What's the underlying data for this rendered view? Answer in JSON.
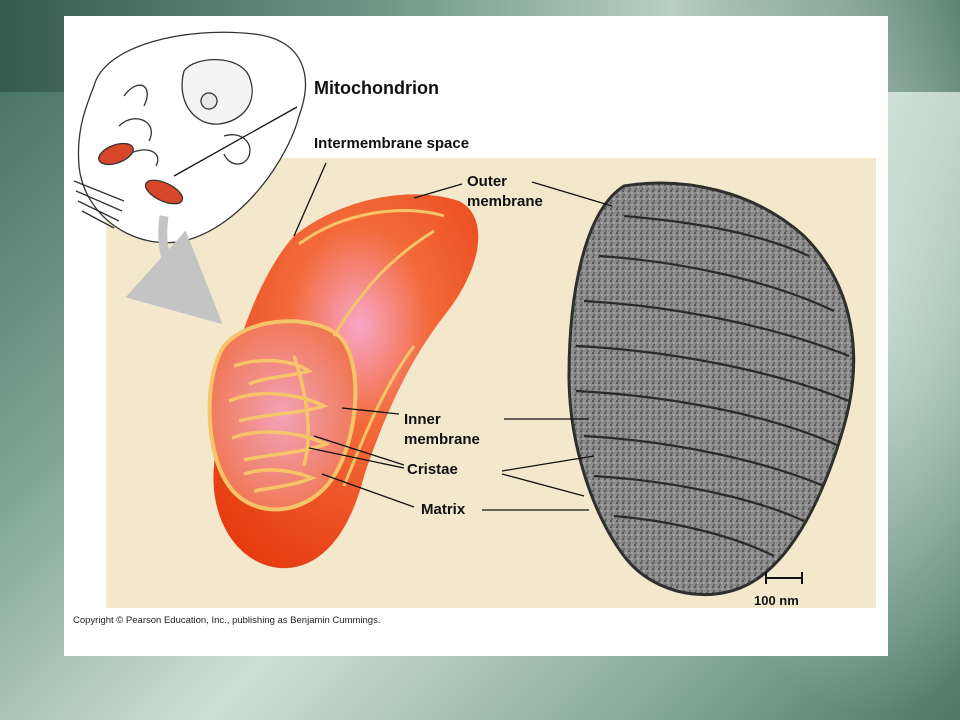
{
  "labels": {
    "title": "Mitochondrion",
    "intermembrane_space": "Intermembrane space",
    "outer_membrane_line1": "Outer",
    "outer_membrane_line2": "membrane",
    "inner_membrane_line1": "Inner",
    "inner_membrane_line2": "membrane",
    "cristae": "Cristae",
    "matrix": "Matrix",
    "scale_bar": "100 nm"
  },
  "copyright": "Copyright © Pearson Education, Inc., publishing as Benjamin Cummings.",
  "colors": {
    "background_panel": "#f3e8cc",
    "mito_outer": "#f04a18",
    "mito_inner": "#f58a4a",
    "membrane_line": "#f6c56a",
    "em_texture": "#6a6a6a"
  }
}
